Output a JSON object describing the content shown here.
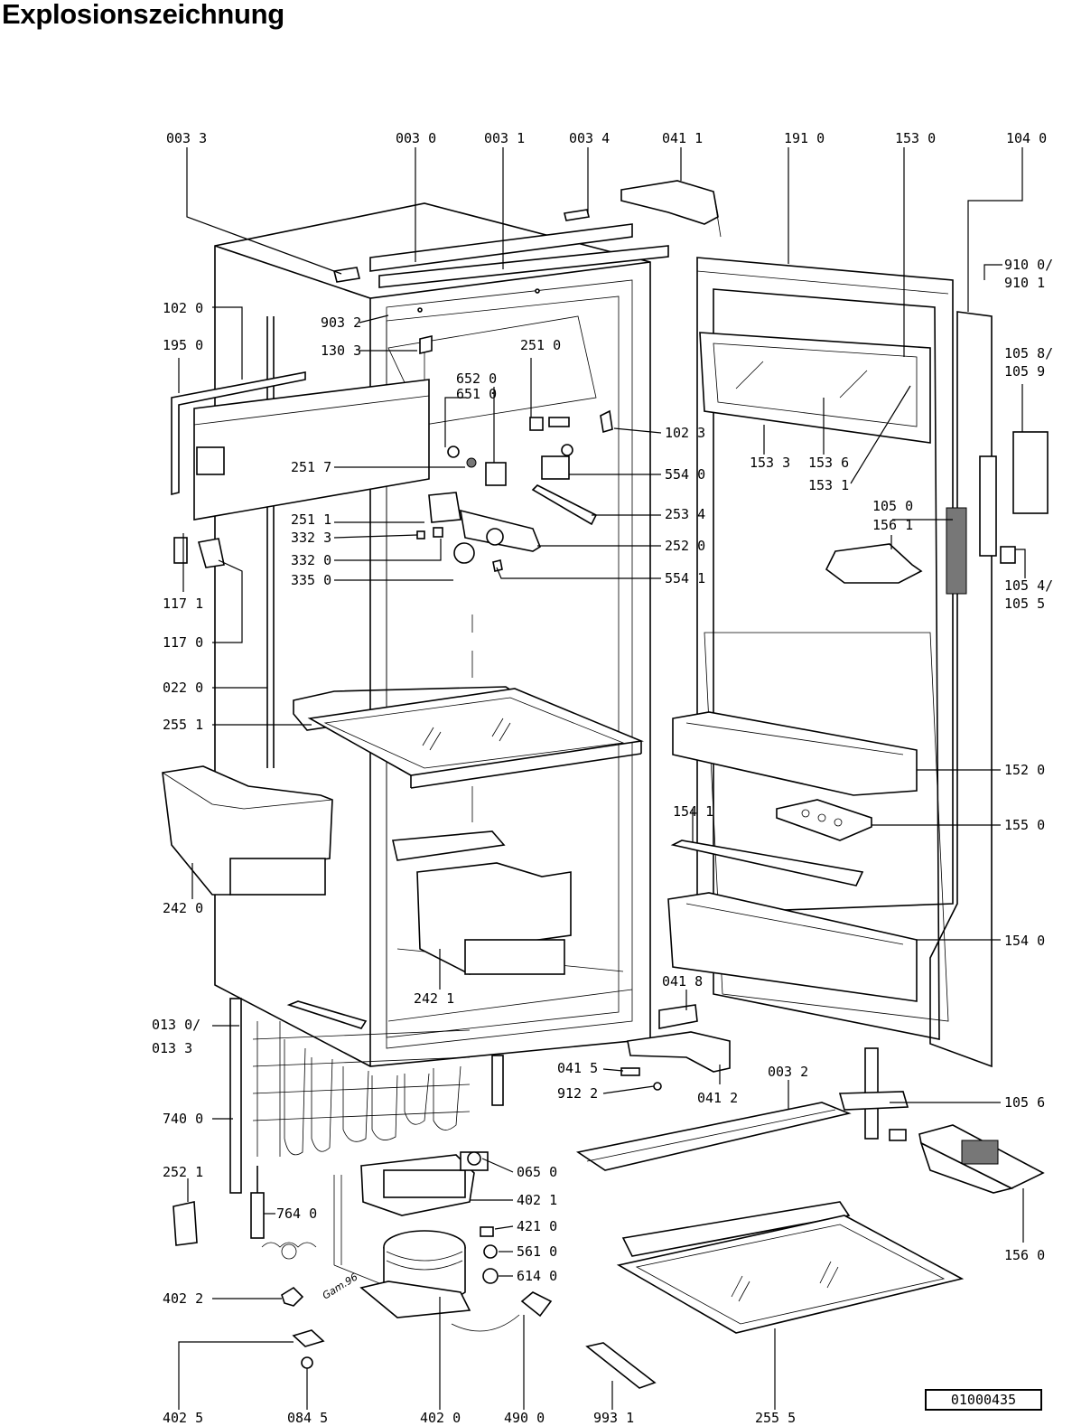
{
  "title": "Explosionszeichnung",
  "document_number": "01000435",
  "handwritten_note": "Gam.96",
  "callouts": {
    "c0033": "003 3",
    "c0030": "003 0",
    "c0031": "003 1",
    "c0034": "003 4",
    "c0411": "041 1",
    "c1910": "191 0",
    "c1530": "153 0",
    "c1040": "104 0",
    "c9100": "910 0/",
    "c9101": "910 1",
    "c1020": "102 0",
    "c9032": "903 2",
    "c1950": "195 0",
    "c1303": "130 3",
    "c2510": "251 0",
    "c6520": "652 0",
    "c6510": "651 0",
    "c1023": "102 3",
    "c1058": "105 8/",
    "c1059": "105 9",
    "c2517": "251 7",
    "c5540": "554 0",
    "c1533": "153 3",
    "c1536": "153 6",
    "c1531": "153 1",
    "c1050": "105 0",
    "c1561": "156 1",
    "c2511": "251 1",
    "c3323": "332 3",
    "c2534": "253 4",
    "c3320": "332 0",
    "c2520": "252 0",
    "c3350": "335 0",
    "c5541": "554 1",
    "c1054": "105 4/",
    "c1055": "105 5",
    "c1171": "117 1",
    "c1170": "117 0",
    "c0220": "022 0",
    "c2551": "255 1",
    "c1520": "152 0",
    "c1541": "154 1",
    "c1550": "155 0",
    "c2420": "242 0",
    "c1540": "154 0",
    "c2421": "242 1",
    "c0418": "041 8",
    "c0130": "013 0/",
    "c0133": "013 3",
    "c0415": "041 5",
    "c0032": "003 2",
    "c9122": "912 2",
    "c0412": "041 2",
    "c1056": "105 6",
    "c7400": "740 0",
    "c0650": "065 0",
    "c2521": "252 1",
    "c4021": "402 1",
    "c7640": "764 0",
    "c4210": "421 0",
    "c5610": "561 0",
    "c6140": "614 0",
    "c4022": "402 2",
    "c1560": "156 0",
    "c4025": "402 5",
    "c0845": "084 5",
    "c4020": "402 0",
    "c4900": "490 0",
    "c9931": "993 1",
    "c2555": "255 5"
  }
}
